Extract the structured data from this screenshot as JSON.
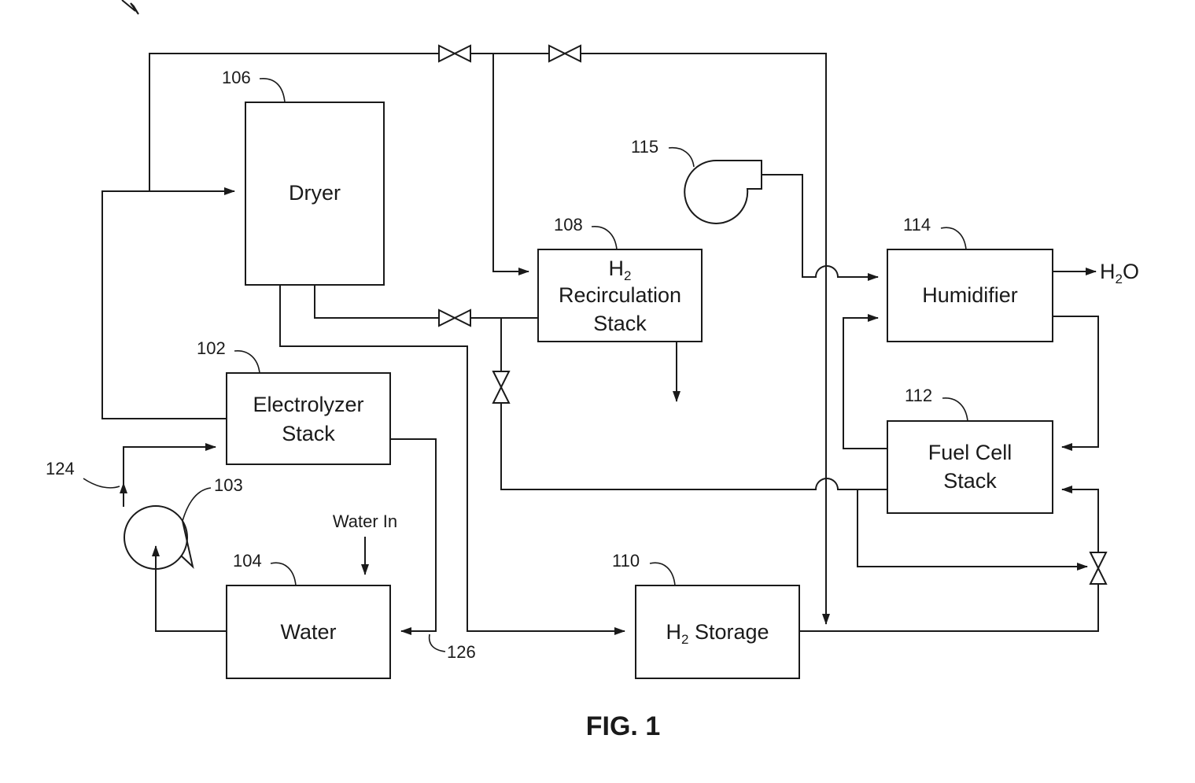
{
  "components": {
    "dryer": {
      "label": "Dryer",
      "ref": "106"
    },
    "electrolyzer": {
      "line1": "Electrolyzer",
      "line2": "Stack",
      "ref": "102"
    },
    "water": {
      "label": "Water",
      "ref": "104"
    },
    "recirculation": {
      "line1_main": "H",
      "line1_sub": "2",
      "line2": "Recirculation",
      "line3": "Stack",
      "ref": "108"
    },
    "storage": {
      "label_main": "H",
      "label_sub": "2",
      "label_rest": " Storage",
      "ref": "110"
    },
    "humidifier": {
      "label": "Humidifier",
      "ref": "114"
    },
    "fuelcell": {
      "line1": "Fuel Cell",
      "line2": "Stack",
      "ref": "112"
    },
    "blower": {
      "ref": "115"
    },
    "pump": {
      "ref": "103"
    }
  },
  "labels": {
    "water_in": "Water In",
    "h2o_out_main": "H",
    "h2o_out_sub": "2",
    "h2o_out_rest": "O",
    "ref_124": "124",
    "ref_126": "126",
    "figure": "FIG. 1"
  }
}
